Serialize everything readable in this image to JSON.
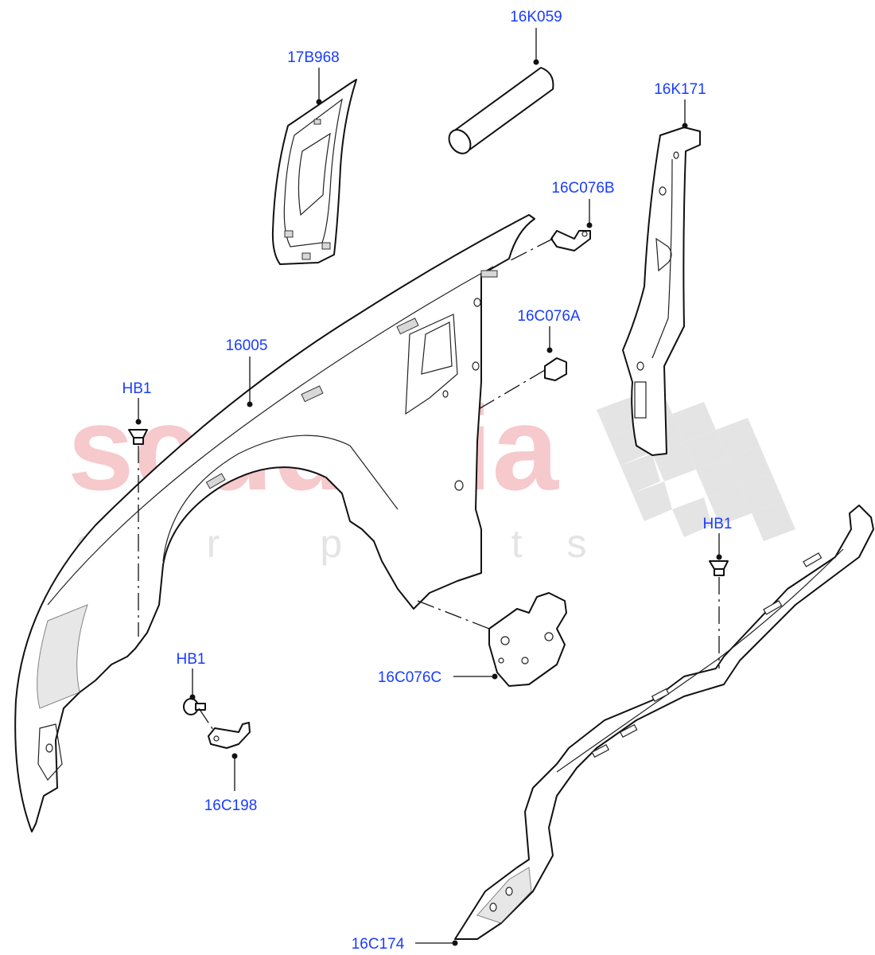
{
  "watermark": {
    "brand": "scuderia",
    "tagline": "car parts",
    "brand_color": "#f6c9cc",
    "checker_color": "#dcdcdc"
  },
  "callouts": {
    "c16K059": "16K059",
    "c17B968": "17B968",
    "c16K171": "16K171",
    "c16C076B": "16C076B",
    "c16C076A": "16C076A",
    "c16005": "16005",
    "cHB1_left": "HB1",
    "cHB1_right": "HB1",
    "cHB1_lower": "HB1",
    "c16C076C": "16C076C",
    "c16C198": "16C198",
    "c16C174": "16C174"
  },
  "colors": {
    "label": "#1a3cff",
    "line": "#111111"
  }
}
